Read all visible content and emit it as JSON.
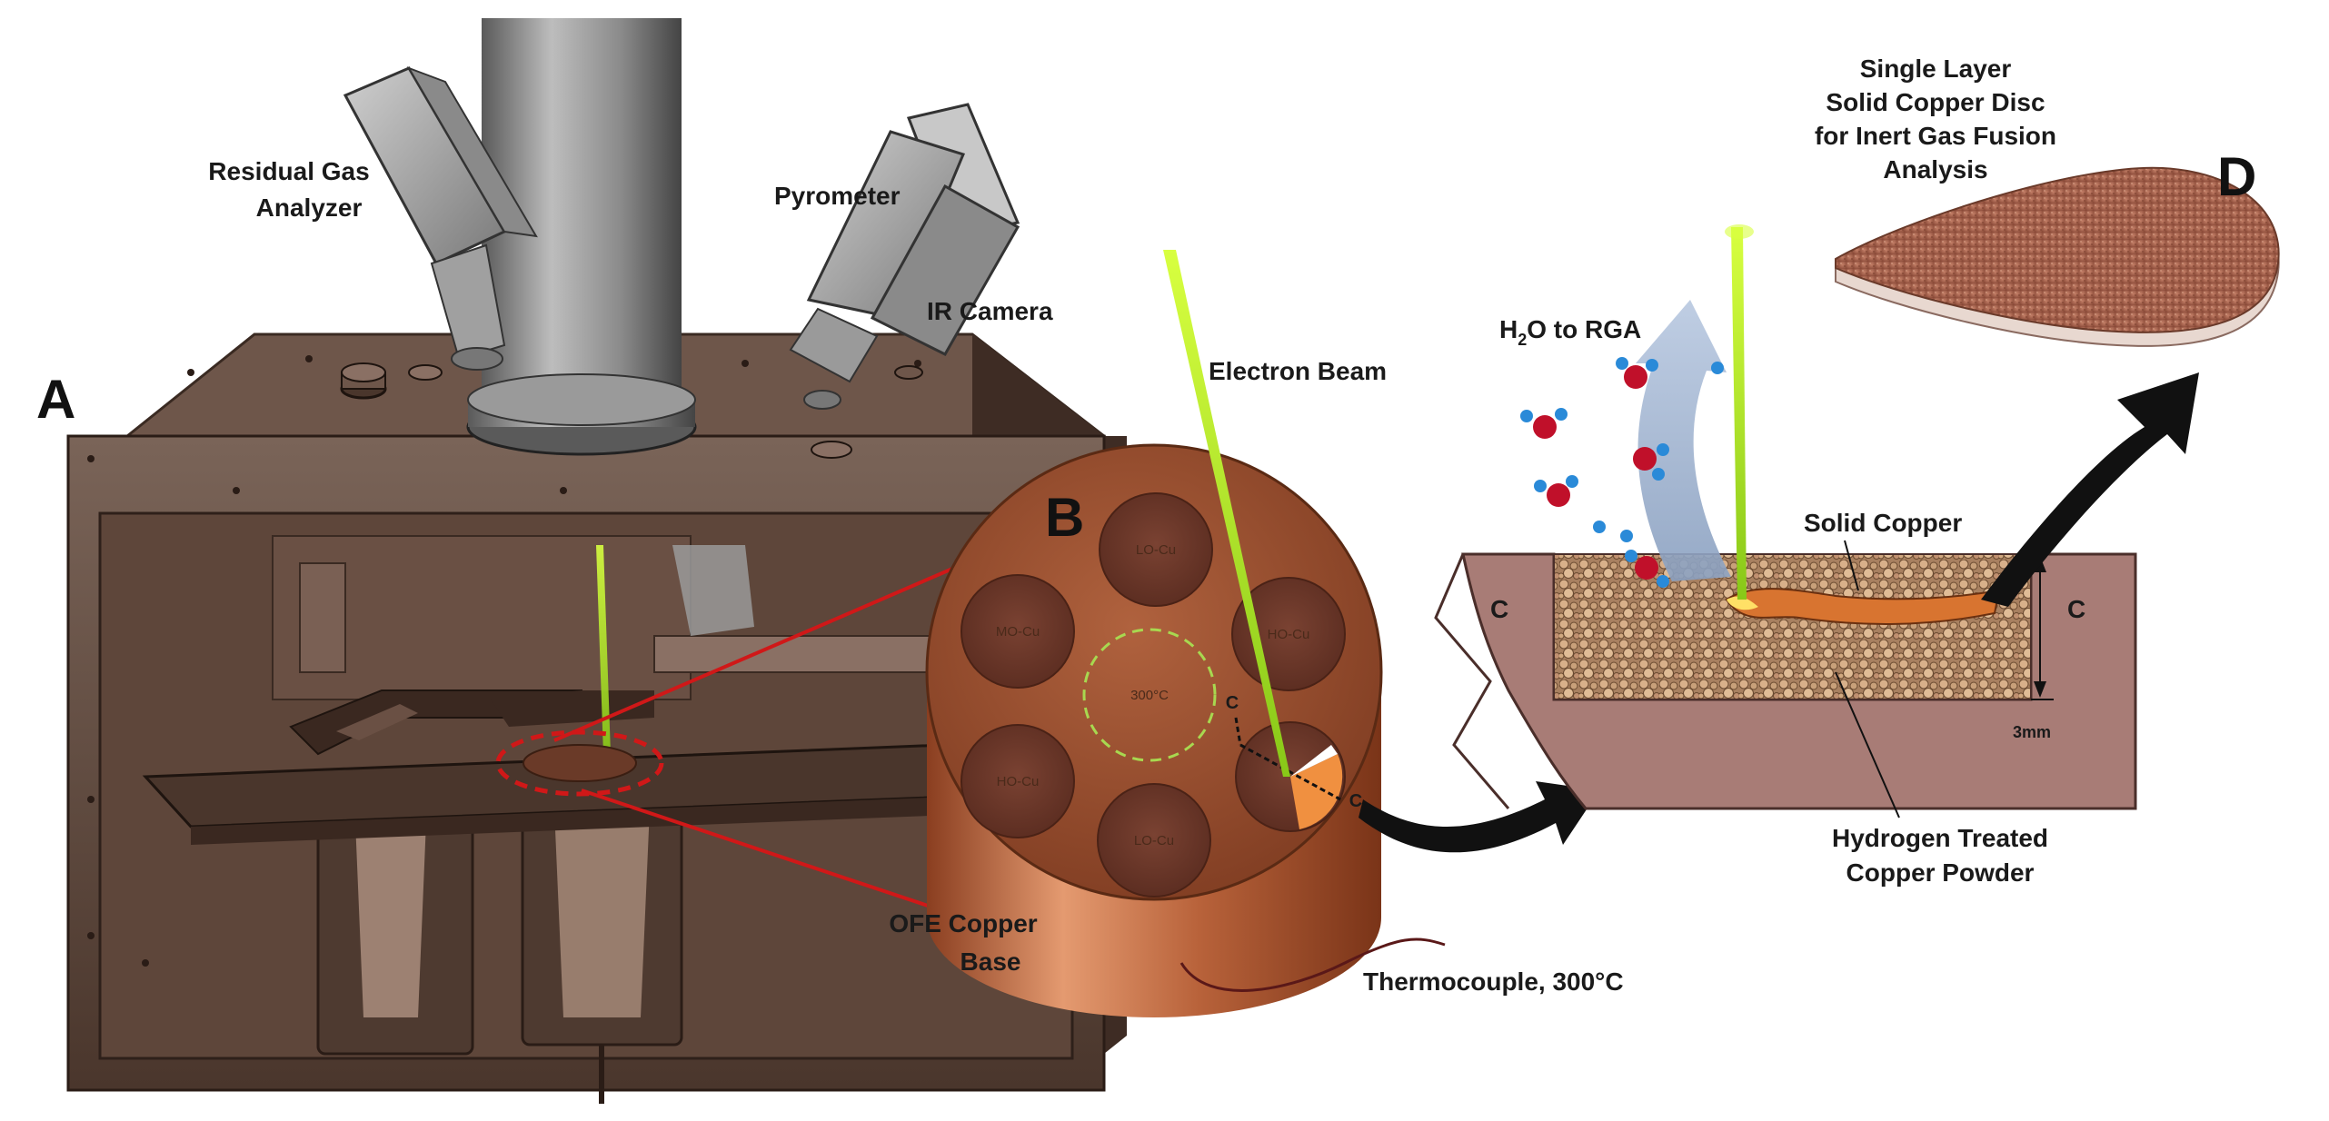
{
  "panels": {
    "a": "A",
    "b": "B",
    "c_letter": "C",
    "d": "D"
  },
  "instrument_labels": {
    "rga_line1": "Residual Gas",
    "rga_line2": "Analyzer",
    "pyrometer": "Pyrometer",
    "ir_camera": "IR Camera",
    "electron_beam": "Electron Beam",
    "base_line1": "OFE Copper",
    "base_line2": "Base",
    "thermocouple": "Thermocouple, 300°C"
  },
  "sample_plate": {
    "wells": [
      "LO-Cu",
      "MO-Cu",
      "HO-Cu",
      "HO-Cu",
      "LO-Cu"
    ],
    "center_label": "300°C",
    "section_marks": [
      "C",
      "C"
    ]
  },
  "cross_section": {
    "h2o_prefix": "H",
    "h2o_subscript": "2",
    "h2o_suffix": "O to RGA",
    "solid_copper": "Solid Copper",
    "powder_line1": "Hydrogen Treated",
    "powder_line2": "Copper Powder",
    "depth": "3mm",
    "section_left": "C",
    "section_right": "C"
  },
  "disc_labels": {
    "line1": "Single Layer",
    "line2": "Solid Copper Disc",
    "line3": "for Inert Gas Fusion",
    "line4": "Analysis"
  },
  "colors": {
    "beam": "#a8e020",
    "copper": "#c0653a",
    "chamber": "#5a4236",
    "callout": "#d01818",
    "oxygen": "#c0102a",
    "hydrogen": "#2a8ad8"
  }
}
